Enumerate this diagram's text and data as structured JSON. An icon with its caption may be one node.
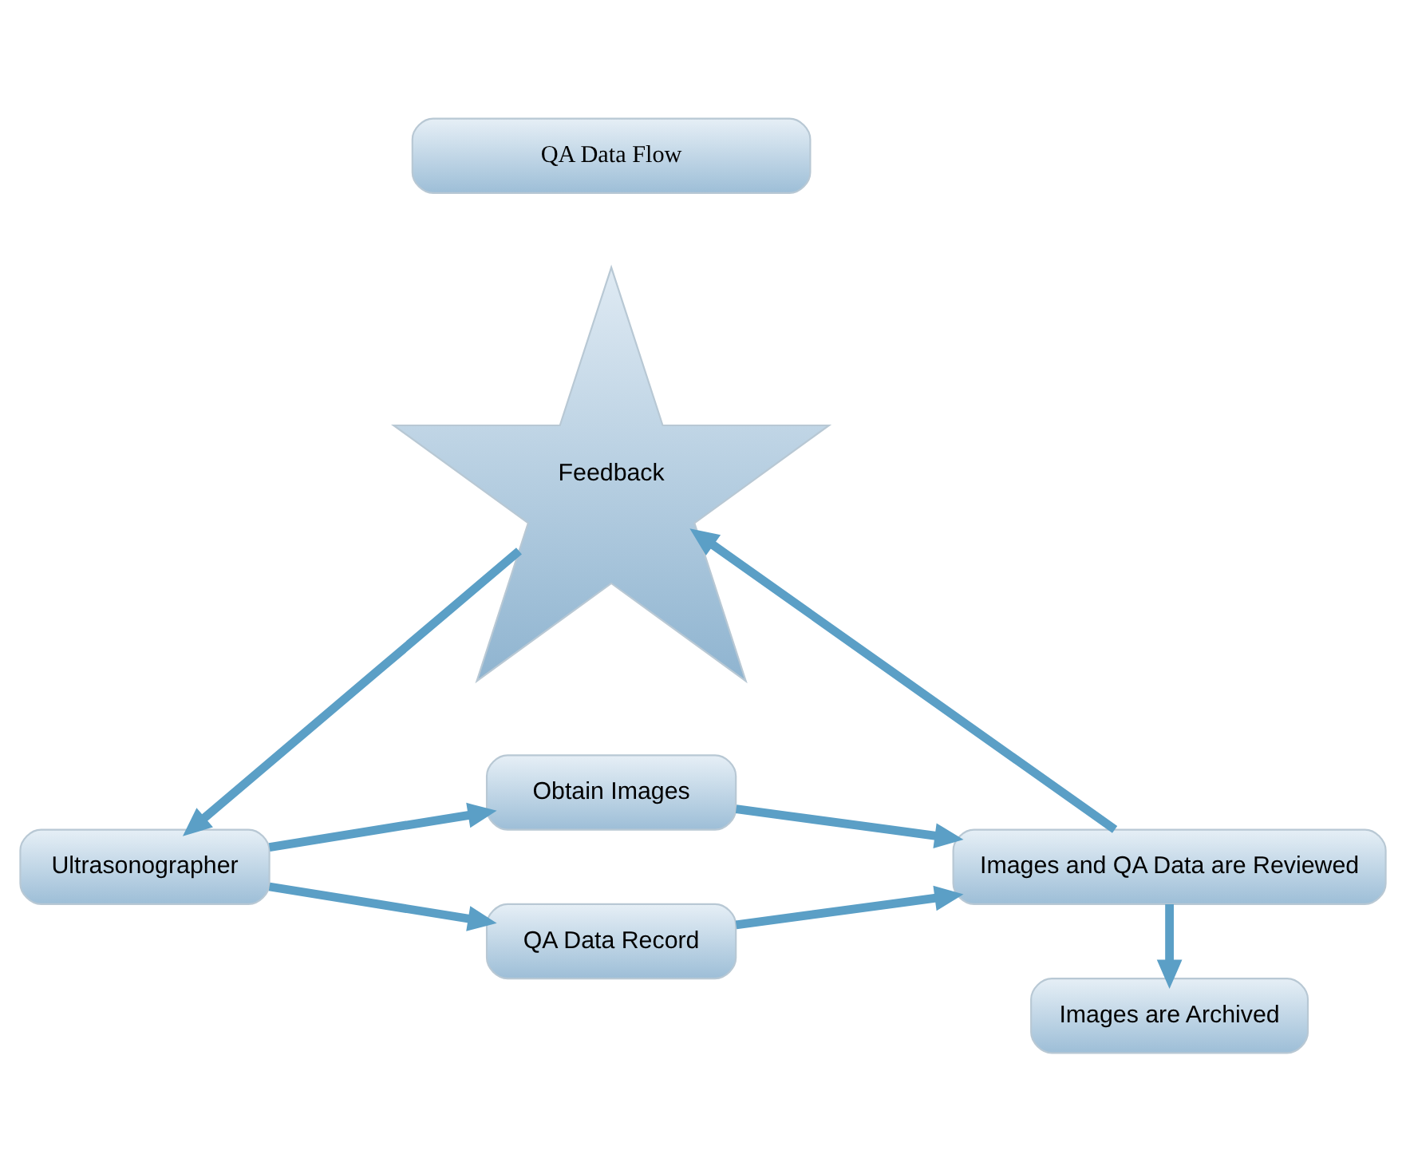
{
  "diagram": {
    "nodes": [
      {
        "text": [
          "QA Data Flow"
        ]
      },
      {
        "text": [
          "Feedback"
        ]
      },
      {
        "text": [
          "Ultrasonographer"
        ]
      },
      {
        "text": [
          "Obtain Images"
        ]
      },
      {
        "text": [
          "QA Data Record"
        ]
      },
      {
        "text": [
          "Images and QA Data are Reviewed"
        ]
      },
      {
        "text": [
          "Images are Archived"
        ]
      }
    ],
    "edges": [
      {
        "from": 1,
        "to": 2,
        "arrow": "to"
      },
      {
        "from": 2,
        "to": 3,
        "arrow": "to"
      },
      {
        "from": 2,
        "to": 4,
        "arrow": "to"
      },
      {
        "from": 3,
        "to": 5,
        "arrow": "to"
      },
      {
        "from": 4,
        "to": 5,
        "arrow": "to"
      },
      {
        "from": 5,
        "to": 1,
        "arrow": "to"
      },
      {
        "from": 5,
        "to": 6,
        "arrow": "to"
      }
    ]
  }
}
